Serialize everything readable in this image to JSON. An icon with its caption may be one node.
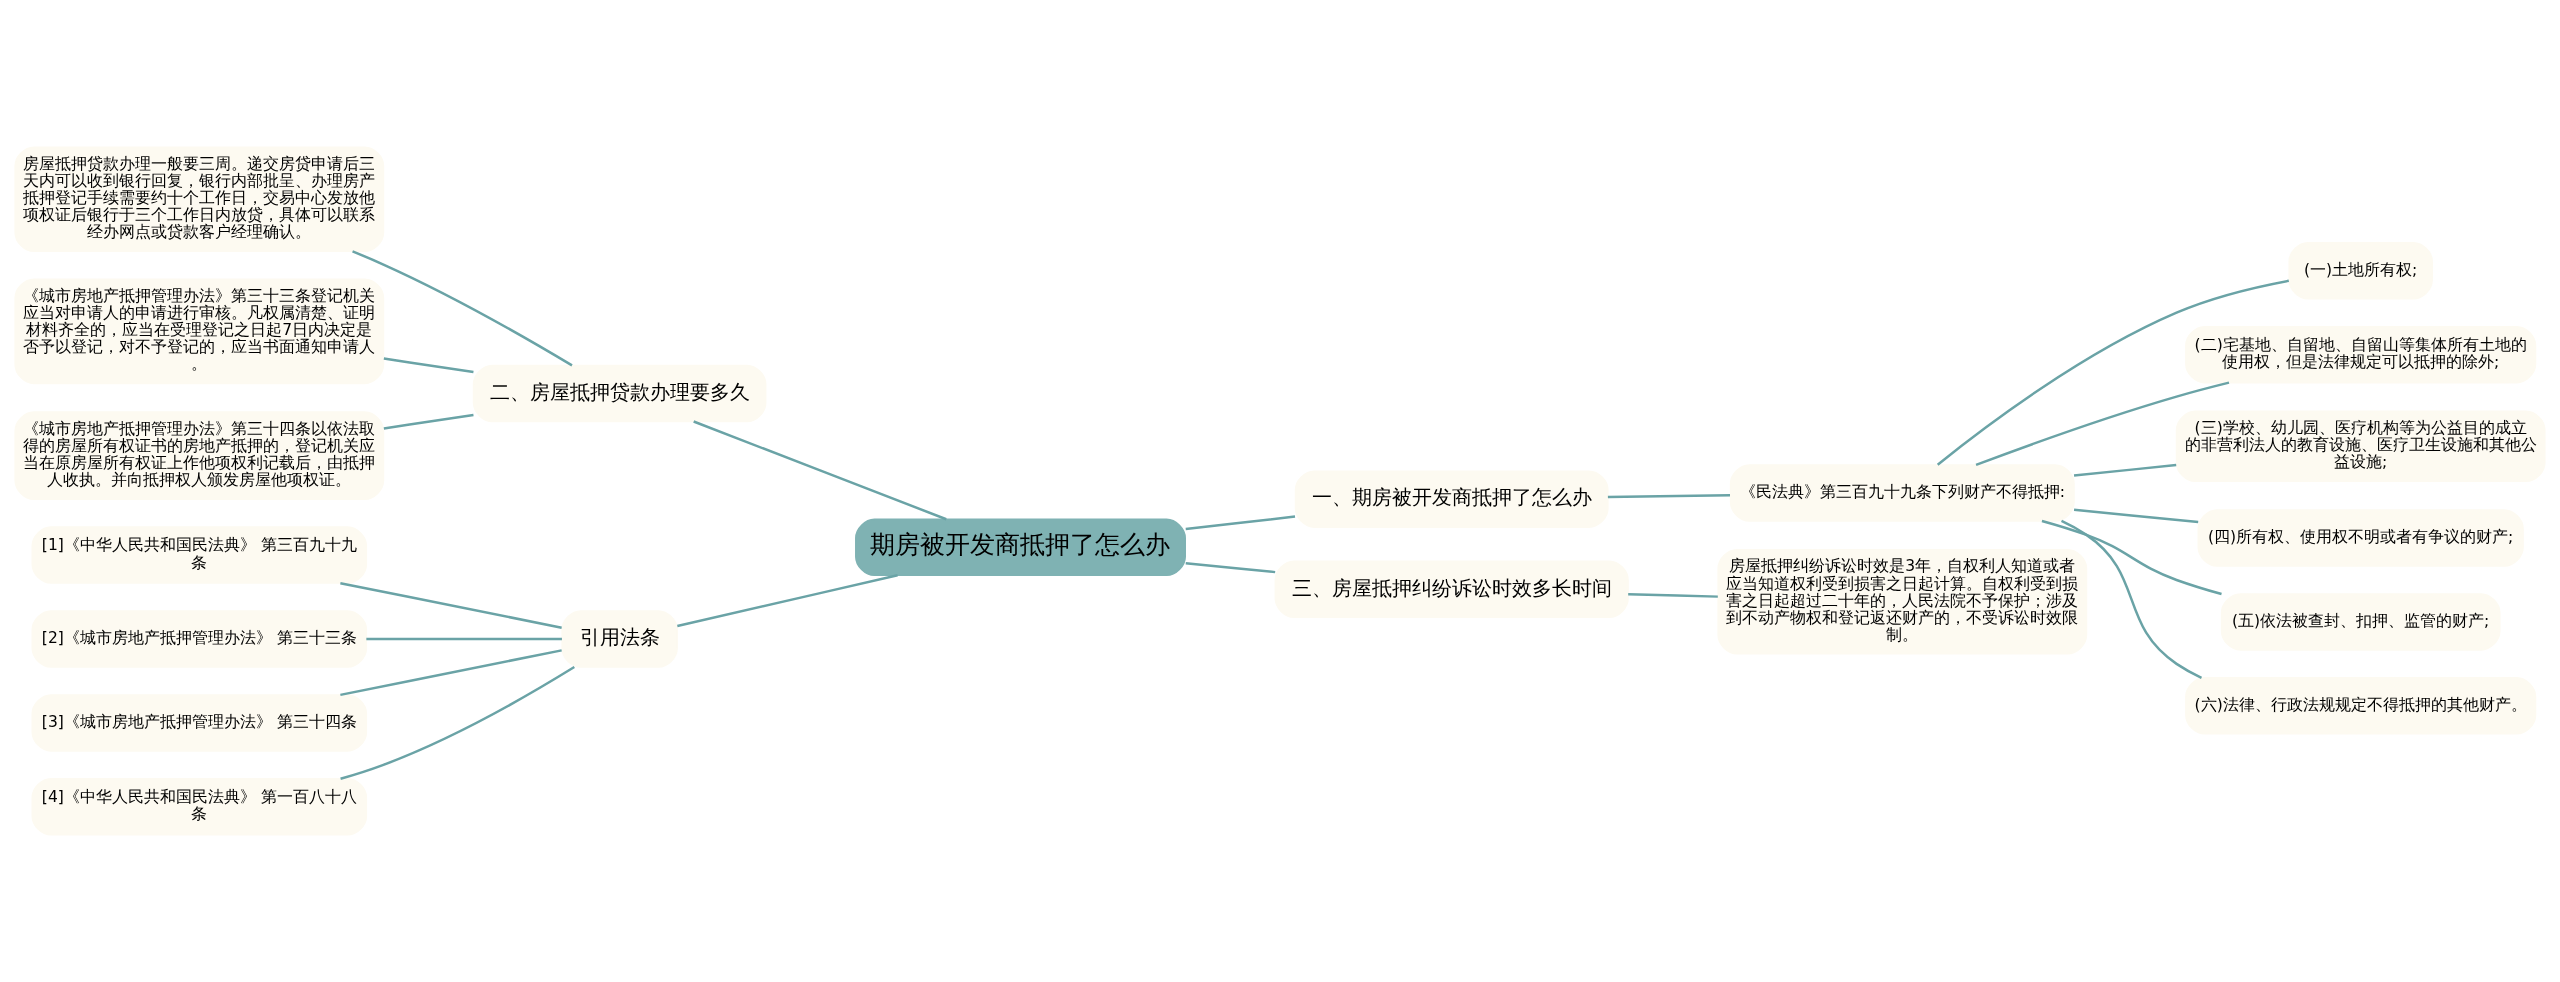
{
  "diagram": {
    "nodes": [
      {
        "text": [
          "期房被开发商抵押了怎么办"
        ]
      },
      {
        "text": [
          "一、期房被开发商抵押了怎么办"
        ]
      },
      {
        "text": [
          "《民法典》第三百九十九条下列财产不得抵押:"
        ]
      },
      {
        "text": [
          "(一)土地所有权;"
        ]
      },
      {
        "text": [
          "(二)宅基地、自留地、自留山等集体所有土地的使用权，但是法律规定可以抵押的除外;"
        ]
      },
      {
        "text": [
          "(三)学校、幼儿园、医疗机构等为公益目的成立的非营利法人的教育设施、医疗卫生设施和其他公益设施;"
        ]
      },
      {
        "text": [
          "(四)所有权、使用权不明或者有争议的财产;"
        ]
      },
      {
        "text": [
          "(五)依法被查封、扣押、监管的财产;"
        ]
      },
      {
        "text": [
          "(六)法律、行政法规规定不得抵押的其他财产。"
        ]
      },
      {
        "text": [
          "三、房屋抵押纠纷诉讼时效多长时间"
        ]
      },
      {
        "text": [
          "房屋抵押纠纷诉讼时效是3年，自权利人知道或者应当知道权利受到损害之日起计算。自权利受到损害之日起超过二十年的，人民法院不予保护；涉及到不动产物权和登记返还财产的，不受诉讼时效限制。"
        ]
      },
      {
        "text": [
          "二、房屋抵押贷款办理要多久"
        ]
      },
      {
        "text": [
          "房屋抵押贷款办理一般要三周。递交房贷申请后三天内可以收到银行回复，银行内部批呈、办理房产抵押登记手续需要约十个工作日，交易中心发放他项权证后银行于三个工作日内放贷，具体可以联系经办网点或贷款客户经理确认。"
        ]
      },
      {
        "text": [
          "《城市房地产抵押管理办法》第三十三条登记机关应当对申请人的申请进行审核。凡权属清楚、证明材料齐全的，应当在受理登记之日起7日内决定是否予以登记，对不予登记的，应当书面通知申请人。"
        ]
      },
      {
        "text": [
          "《城市房地产抵押管理办法》第三十四条以依法取得的房屋所有权证书的房地产抵押的，登记机关应当在原房屋所有权证上作他项权利记载后，由抵押人收执。并向抵押权人颁发房屋他项权证。"
        ]
      },
      {
        "text": [
          "引用法条"
        ]
      },
      {
        "text": [
          "[1]《中华人民共和国民法典》 第三百九十九条"
        ]
      },
      {
        "text": [
          "[2]《城市房地产抵押管理办法》 第三十三条"
        ]
      },
      {
        "text": [
          "[3]《城市房地产抵押管理办法》 第三十四条"
        ]
      },
      {
        "text": [
          "[4]《中华人民共和国民法典》 第一百八十八条"
        ]
      }
    ],
    "edges": [
      {
        "from": 0,
        "to": 1,
        "arrow": "none"
      },
      {
        "from": 1,
        "to": 2,
        "arrow": "none"
      },
      {
        "from": 2,
        "to": 3,
        "arrow": "none"
      },
      {
        "from": 2,
        "to": 4,
        "arrow": "none"
      },
      {
        "from": 2,
        "to": 5,
        "arrow": "none"
      },
      {
        "from": 2,
        "to": 6,
        "arrow": "none"
      },
      {
        "from": 2,
        "to": 7,
        "arrow": "none"
      },
      {
        "from": 2,
        "to": 8,
        "arrow": "none"
      },
      {
        "from": 0,
        "to": 9,
        "arrow": "none"
      },
      {
        "from": 9,
        "to": 10,
        "arrow": "none"
      },
      {
        "from": 0,
        "to": 11,
        "arrow": "none"
      },
      {
        "from": 11,
        "to": 12,
        "arrow": "none"
      },
      {
        "from": 11,
        "to": 13,
        "arrow": "none"
      },
      {
        "from": 11,
        "to": 14,
        "arrow": "none"
      },
      {
        "from": 0,
        "to": 15,
        "arrow": "none"
      },
      {
        "from": 15,
        "to": 16,
        "arrow": "none"
      },
      {
        "from": 15,
        "to": 17,
        "arrow": "none"
      },
      {
        "from": 15,
        "to": 18,
        "arrow": "none"
      },
      {
        "from": 15,
        "to": 19,
        "arrow": "none"
      }
    ]
  }
}
